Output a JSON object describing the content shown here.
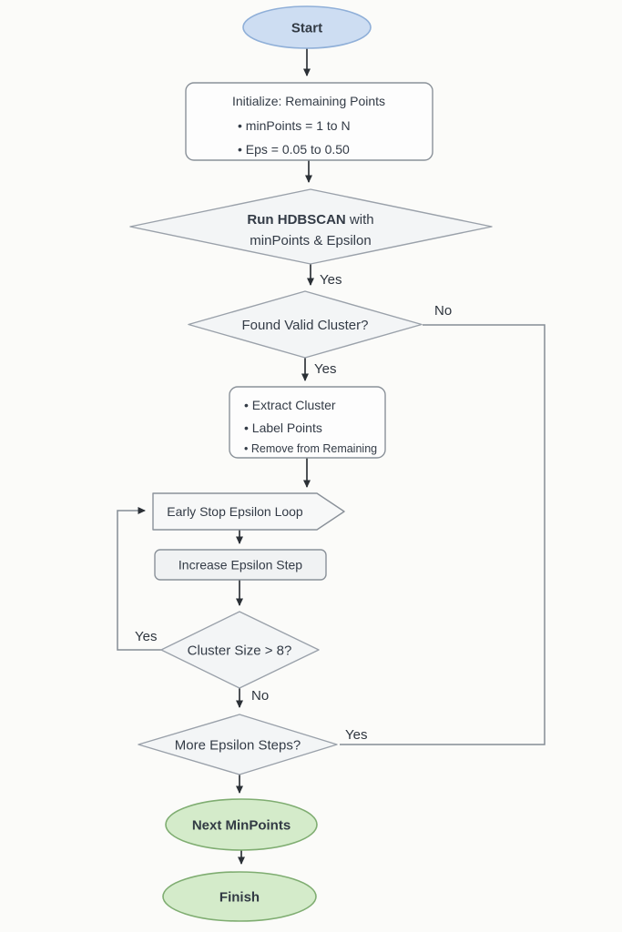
{
  "diagram": {
    "title": "HDBSCAN parameter sweep flowchart",
    "colors": {
      "background": "#fbfbf9",
      "start_fill": "#cdddf2",
      "start_stroke": "#8fafd8",
      "terminal_green_fill": "#d4ebca",
      "terminal_green_stroke": "#7fad71",
      "box_fill": "#fdfdfd",
      "diamond_fill": "#f3f5f6",
      "shape_stroke": "#8a9199",
      "dark_line": "#2f343a",
      "gray_line": "#848c96",
      "text": "#333b46"
    },
    "nodes": {
      "start": {
        "label": "Start"
      },
      "init": {
        "title": "Initialize: Remaining Points",
        "bullets": [
          "• minPoints = 1 to N",
          "• Eps = 0.05 to 0.50"
        ]
      },
      "run_hdbscan": {
        "line1_bold": "Run HDBSCAN",
        "line1_rest": " with",
        "line2": "minPoints & Epsilon"
      },
      "found_valid": {
        "label": "Found Valid Cluster?"
      },
      "extract": {
        "bullets": [
          "• Extract Cluster",
          "• Label Points",
          "• Remove from Remaining"
        ]
      },
      "early_stop": {
        "label": "Early Stop Epsilon Loop"
      },
      "increase_step": {
        "label": "Increase Epsilon Step"
      },
      "cluster_size": {
        "label": "Cluster Size > 8?"
      },
      "more_steps": {
        "label": "More Epsilon Steps?"
      },
      "next_minpoints": {
        "label": "Next MinPoints"
      },
      "finish": {
        "label": "Finish"
      }
    },
    "edge_labels": {
      "run_yes": "Yes",
      "found_yes": "Yes",
      "found_no": "No",
      "cluster_yes": "Yes",
      "cluster_no": "No",
      "more_yes": "Yes"
    }
  }
}
